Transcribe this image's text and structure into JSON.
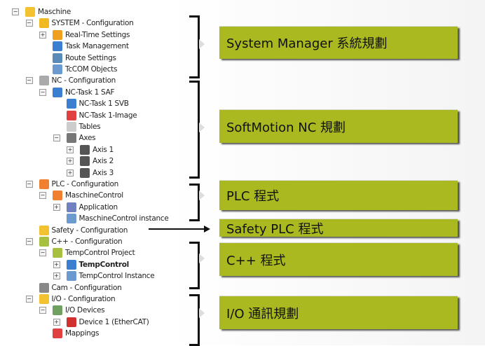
{
  "tree": [
    {
      "label": "Maschine",
      "level": 0,
      "exp": "-",
      "color": "#f2c230"
    },
    {
      "label": "SYSTEM - Configuration",
      "level": 1,
      "exp": "-",
      "color": "#f2b820"
    },
    {
      "label": "Real-Time Settings",
      "level": 2,
      "exp": "+",
      "color": "#f0a020"
    },
    {
      "label": "Task Management",
      "level": 2,
      "exp": "",
      "color": "#3a7fd0"
    },
    {
      "label": "Route Settings",
      "level": 2,
      "exp": "",
      "color": "#5a8ab8"
    },
    {
      "label": "TcCOM Objects",
      "level": 2,
      "exp": "",
      "color": "#6a9ad0"
    },
    {
      "label": "NC - Configuration",
      "level": 1,
      "exp": "-",
      "color": "#aaaaaa"
    },
    {
      "label": "NC-Task 1 SAF",
      "level": 2,
      "exp": "-",
      "color": "#3a7fd0"
    },
    {
      "label": "NC-Task 1 SVB",
      "level": 3,
      "exp": "",
      "color": "#3a7fd0"
    },
    {
      "label": "NC-Task 1-Image",
      "level": 3,
      "exp": "",
      "color": "#e04040"
    },
    {
      "label": "Tables",
      "level": 3,
      "exp": "",
      "color": "#cccccc"
    },
    {
      "label": "Axes",
      "level": 3,
      "exp": "-",
      "color": "#777777"
    },
    {
      "label": "Axis 1",
      "level": 4,
      "exp": "+",
      "color": "#555555"
    },
    {
      "label": "Axis 2",
      "level": 4,
      "exp": "+",
      "color": "#555555"
    },
    {
      "label": "Axis 3",
      "level": 4,
      "exp": "+",
      "color": "#555555"
    },
    {
      "label": "PLC - Configuration",
      "level": 1,
      "exp": "-",
      "color": "#f08030"
    },
    {
      "label": "MaschineControl",
      "level": 2,
      "exp": "-",
      "color": "#f08030"
    },
    {
      "label": "Application",
      "level": 3,
      "exp": "+",
      "color": "#7080c0"
    },
    {
      "label": "MaschineControl instance",
      "level": 3,
      "exp": "",
      "color": "#6a9ad0"
    },
    {
      "label": "Safety - Configuration",
      "level": 1,
      "exp": "",
      "color": "#f2c230"
    },
    {
      "label": "C++ - Configuration",
      "level": 1,
      "exp": "-",
      "color": "#a8c040"
    },
    {
      "label": "TempControl Project",
      "level": 2,
      "exp": "-",
      "color": "#a8c040"
    },
    {
      "label": "TempControl",
      "level": 3,
      "exp": "+",
      "color": "#3a7fd0",
      "bold": true
    },
    {
      "label": "TempControl Instance",
      "level": 3,
      "exp": "+",
      "color": "#6a9ad0"
    },
    {
      "label": "Cam - Configuration",
      "level": 1,
      "exp": "",
      "color": "#888888"
    },
    {
      "label": "I/O - Configuration",
      "level": 1,
      "exp": "-",
      "color": "#f2c230"
    },
    {
      "label": "I/O Devices",
      "level": 2,
      "exp": "-",
      "color": "#70a060"
    },
    {
      "label": "Device 1 (EtherCAT)",
      "level": 3,
      "exp": "+",
      "color": "#d03030"
    },
    {
      "label": "Mappings",
      "level": 2,
      "exp": "",
      "color": "#e04040"
    }
  ],
  "boxes": [
    {
      "label": "System Manager 系統規劃"
    },
    {
      "label": "SoftMotion NC 規劃"
    },
    {
      "label": "PLC 程式"
    },
    {
      "label": "Safety PLC 程式"
    },
    {
      "label": "C++ 程式"
    },
    {
      "label": "I/O 通訊規劃"
    }
  ],
  "box_color": "#a9b91f"
}
